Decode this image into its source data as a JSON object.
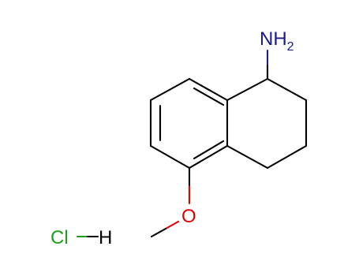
{
  "structure": {
    "amine": {
      "label": "NH",
      "subscript": "2"
    },
    "ether_oxygen": {
      "label": "O"
    },
    "salt": {
      "chlorine": "Cl",
      "hydrogen": "H"
    }
  },
  "colors": {
    "carbon_bond": "#000000",
    "nitrogen": "#1a1a8c",
    "oxygen": "#e00000",
    "chlorine": "#1aa01a",
    "hydrogen": "#000000"
  }
}
